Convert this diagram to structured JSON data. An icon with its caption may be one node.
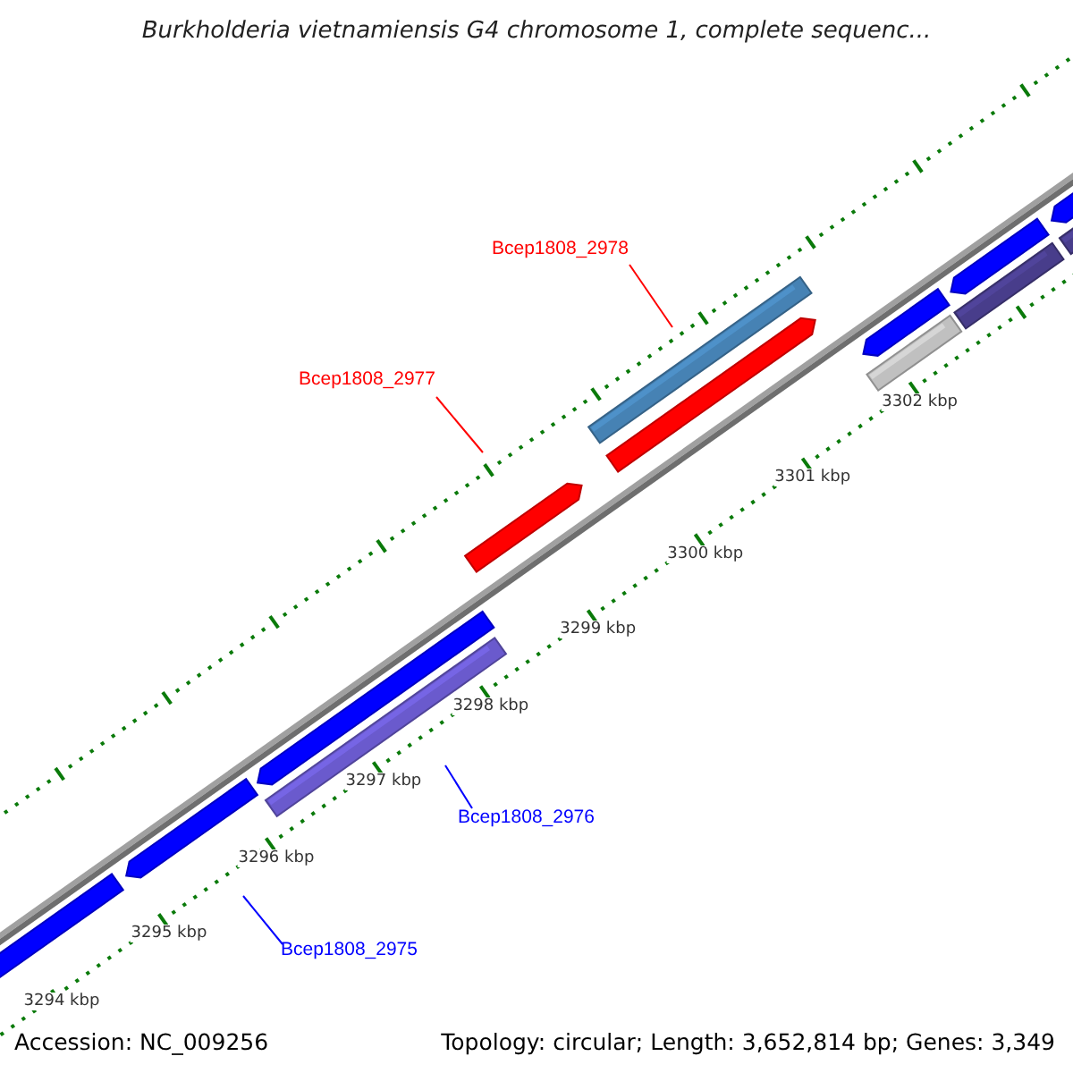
{
  "diagram": {
    "title": "Burkholderia vietnamiensis G4 chromosome 1, complete sequenc...",
    "nodes": [
      {
        "text": [
          "Bcep1808_2978"
        ]
      },
      {
        "text": [
          "Bcep1808_2977"
        ]
      },
      {
        "text": [
          "Bcep1808_2976"
        ]
      },
      {
        "text": [
          "Bcep1808_2975"
        ]
      }
    ],
    "edges": [
      {
        "from": 0,
        "to": null,
        "arrow": "none",
        "color": "#ff0000"
      },
      {
        "from": 1,
        "to": null,
        "arrow": "none",
        "color": "#ff0000"
      },
      {
        "from": 2,
        "to": null,
        "arrow": "none",
        "color": "#0000ff"
      },
      {
        "from": 3,
        "to": null,
        "arrow": "none",
        "color": "#0000ff"
      }
    ],
    "labels": [
      "3294 kbp",
      "3295 kbp",
      "3296 kbp",
      "3297 kbp",
      "3298 kbp",
      "3299 kbp",
      "3300 kbp",
      "3301 kbp",
      "3302 kbp",
      "Accession: NC_009256",
      "Topology: circular; Length: 3,652,814 bp; Genes: 3,349"
    ]
  }
}
